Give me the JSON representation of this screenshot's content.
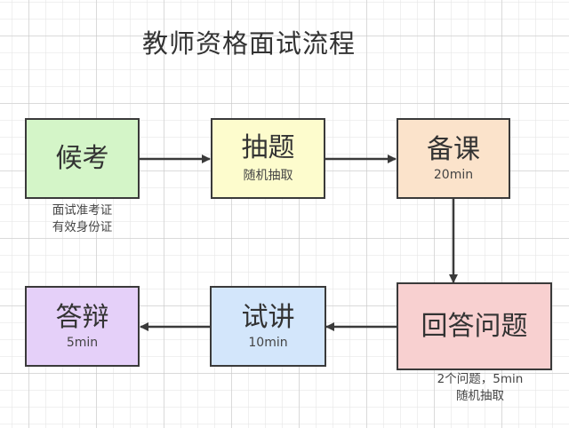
{
  "title": "教师资格面试流程",
  "nodes": {
    "houkao": {
      "label": "候考",
      "color": "#d4f5c8"
    },
    "chouti": {
      "label": "抽题",
      "sub": "随机抽取",
      "color": "#fdfccd"
    },
    "beike": {
      "label": "备课",
      "sub": "20min",
      "color": "#fbe3cb"
    },
    "huida": {
      "label": "回答问题",
      "color": "#f8d0d0"
    },
    "shijiang": {
      "label": "试讲",
      "sub": "10min",
      "color": "#d3e6fb"
    },
    "dabian": {
      "label": "答辩",
      "sub": "5min",
      "color": "#e5d0f9"
    }
  },
  "notes": {
    "houkao": [
      "面试准考证",
      "有效身份证"
    ],
    "huida": [
      "2个问题，5min",
      "随机抽取"
    ]
  },
  "edges": [
    {
      "from": "候考",
      "to": "抽题"
    },
    {
      "from": "抽题",
      "to": "备课"
    },
    {
      "from": "备课",
      "to": "回答问题"
    },
    {
      "from": "回答问题",
      "to": "试讲"
    },
    {
      "from": "试讲",
      "to": "答辩"
    }
  ]
}
